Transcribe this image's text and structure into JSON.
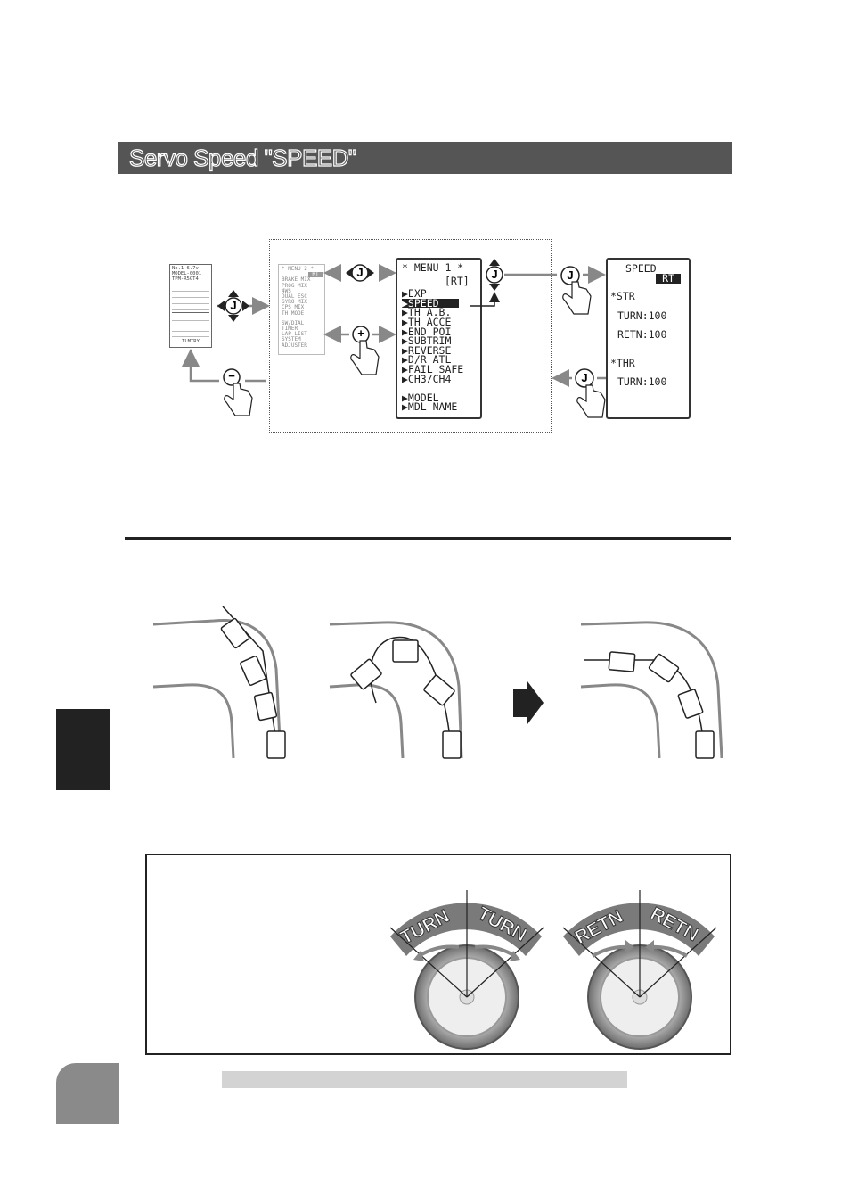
{
  "header": {
    "title": "Servo Speed \"SPEED\""
  },
  "home_screen": {
    "lines": [
      "No.1  6.7v",
      "MODEL-0001",
      "TPM-R5GT4"
    ],
    "telemetry_label": "TLMTRY"
  },
  "menu2": {
    "title": "* MENU 2 *",
    "badge": "RT",
    "items": [
      "BRAKE MIX",
      "PROG MIX",
      "4WS",
      "DUAL ESC",
      "GYRO MIX",
      "CPS MIX",
      "TH MODE"
    ],
    "items2": [
      "SW/DIAL",
      "TIMER",
      "LAP LIST",
      "SYSTEM",
      "ADJUSTER"
    ]
  },
  "menu1": {
    "title": "* MENU 1 *",
    "badge": "[RT]",
    "items": [
      "▶EXP",
      "▶SPEED",
      "▶TH A.B.",
      "▶TH ACCE",
      "▶END POI",
      "▶SUBTRIM",
      "▶REVERSE",
      "▶D/R ATL",
      "▶FAIL SAFE",
      "▶CH3/CH4"
    ],
    "items2": [
      "▶MODEL",
      "▶MDL NAME"
    ]
  },
  "speed_screen": {
    "title": "SPEED",
    "badge": "RT",
    "str_label": "*STR",
    "str_turn": "TURN:100",
    "str_retn": "RETN:100",
    "thr_label": "*THR",
    "thr_turn": "TURN:100"
  },
  "buttons": {
    "jog": "J",
    "plus": "+",
    "minus": "−"
  },
  "wheel_labels": {
    "turn_left": "TURN",
    "turn_right": "TURN",
    "retn_left": "RETN",
    "retn_right": "RETN"
  },
  "colors": {
    "title_bar": "#555555",
    "gray_line": "#888888",
    "dark": "#222222"
  }
}
